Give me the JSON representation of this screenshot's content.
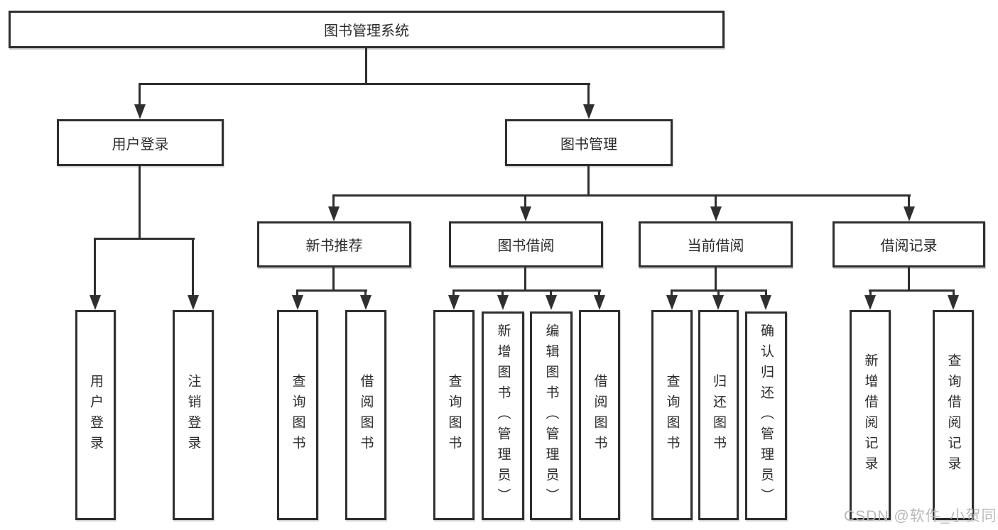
{
  "tree": {
    "label": "图书管理系统",
    "children": [
      {
        "label": "用户登录",
        "children": [
          {
            "label": "用户登录"
          },
          {
            "label": "注销登录"
          }
        ]
      },
      {
        "label": "图书管理",
        "children": [
          {
            "label": "新书推荐",
            "children": [
              {
                "label": "查询图书"
              },
              {
                "label": "借阅图书"
              }
            ]
          },
          {
            "label": "图书借阅",
            "children": [
              {
                "label": "查询图书"
              },
              {
                "label": "新增图书（管理员）"
              },
              {
                "label": "编辑图书（管理员）"
              },
              {
                "label": "借阅图书"
              }
            ]
          },
          {
            "label": "当前借阅",
            "children": [
              {
                "label": "查询图书"
              },
              {
                "label": "归还图书"
              },
              {
                "label": "确认归还（管理员）"
              }
            ]
          },
          {
            "label": "借阅记录",
            "children": [
              {
                "label": "新增借阅记录"
              },
              {
                "label": "查询借阅记录"
              }
            ]
          }
        ]
      }
    ]
  },
  "watermark": "CSDN @软件_小贺同学",
  "colors": {
    "line": "#2f2f2f",
    "text": "#2b2b2b",
    "box_background": "#ffffff",
    "page_background": "#ffffff",
    "watermark": "#b9b9b9"
  }
}
